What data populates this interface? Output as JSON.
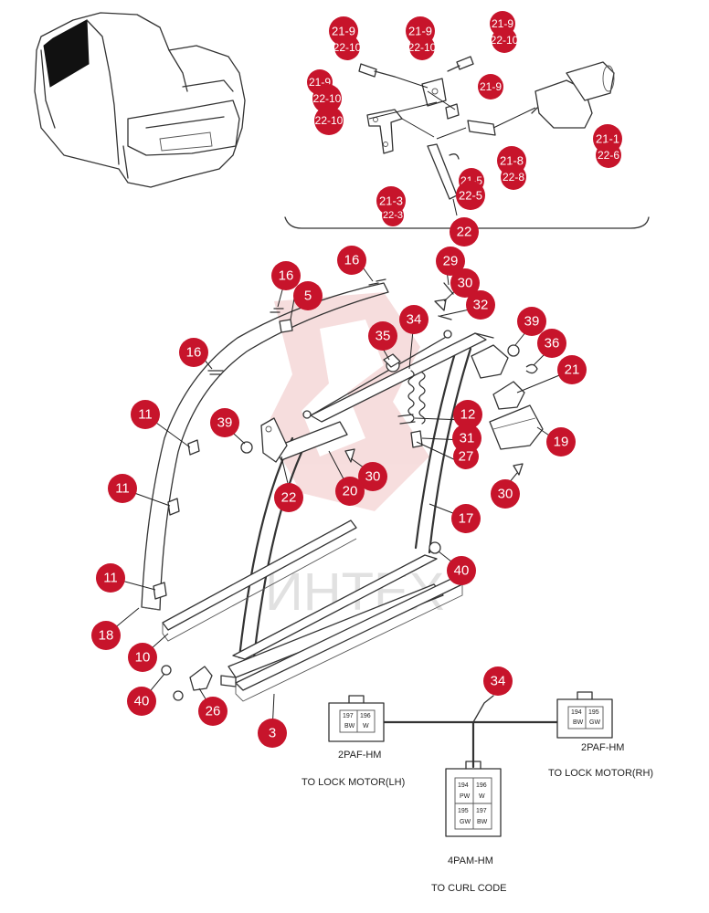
{
  "callouts": {
    "c21_9a": "21-9",
    "c22_10a": "22-10",
    "c21_9b": "21-9",
    "c22_10b": "22-10",
    "c21_9c": "21-9",
    "c22_10c": "22-10",
    "c21_9d": "21-9",
    "c22_10d": "22-10",
    "c21_9e": "21-9",
    "c22_10e": "22-10",
    "c21_1": "21-1",
    "c22_6": "22-6",
    "c21_8": "21-8",
    "c22_8": "22-8",
    "c21_3": "21-3",
    "c22_3": "22-3",
    "c22_5": "22-5",
    "c21_5": "21-5",
    "c22_top": "22",
    "c16a": "16",
    "c16b": "16",
    "c16c": "16",
    "c5": "5",
    "c29": "29",
    "c30a": "30",
    "c32": "32",
    "c34": "34",
    "c35": "35",
    "c39a": "39",
    "c36": "36",
    "c21": "21",
    "c12": "12",
    "c31": "31",
    "c27": "27",
    "c19": "19",
    "c11a": "11",
    "c39b": "39",
    "c22": "22",
    "c20": "20",
    "c30b": "30",
    "c30c": "30",
    "c11b": "11",
    "c17": "17",
    "c40a": "40",
    "c11c": "11",
    "c18": "18",
    "c10": "10",
    "c40b": "40",
    "c26": "26",
    "c3": "3",
    "c34w": "34"
  },
  "watermark": "ИНТЕХ",
  "connectors": {
    "lh": {
      "pins": [
        "197",
        "196",
        "BW",
        "W"
      ],
      "name": "2PAF-HM",
      "target": "TO LOCK MOTOR(LH)"
    },
    "rh": {
      "pins": [
        "194",
        "195",
        "BW",
        "GW"
      ],
      "name": "2PAF-HM",
      "target": "TO LOCK MOTOR(RH)"
    },
    "curl": {
      "pins": [
        "194",
        "196",
        "PW",
        "W",
        "195",
        "197",
        "GW",
        "BW"
      ],
      "name": "4PAM-HM",
      "target": "TO CURL CODE"
    }
  },
  "colors": {
    "callout": "#c7142b",
    "line": "#333333",
    "watermark": "#e8a0a0"
  }
}
